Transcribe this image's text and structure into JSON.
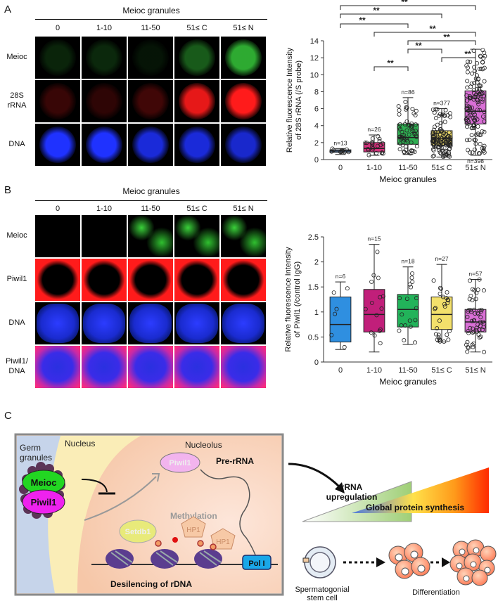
{
  "panelA": {
    "letter": "A",
    "header": "Meioc granules",
    "columns": [
      "0",
      "1-10",
      "11-50",
      "51≤ C",
      "51≤ N"
    ],
    "rows": [
      {
        "label_lines": [
          "Meioc"
        ],
        "color": "#36c83a"
      },
      {
        "label_lines": [
          "28S",
          "rRNA"
        ],
        "color": "#ff1b1b"
      },
      {
        "label_lines": [
          "DNA"
        ],
        "color": "#1f32ff"
      }
    ],
    "intensity": [
      [
        0.18,
        0.2,
        0.1,
        0.45,
        0.85
      ],
      [
        0.22,
        0.18,
        0.25,
        0.9,
        1.0
      ],
      [
        1.0,
        1.0,
        0.85,
        0.85,
        0.8
      ]
    ]
  },
  "panelB": {
    "letter": "B",
    "header": "Meioc granules",
    "columns": [
      "0",
      "1-10",
      "11-50",
      "51≤ C",
      "51≤ N"
    ],
    "rows": [
      {
        "label_lines": [
          "Meioc"
        ],
        "color": "#36c83a"
      },
      {
        "label_lines": [
          "Piwil1"
        ],
        "color": "#ff1b1b"
      },
      {
        "label_lines": [
          "DNA"
        ],
        "color": "#1f32ff"
      },
      {
        "label_lines": [
          "Piwil1/",
          "DNA"
        ],
        "color": "#d232ff"
      }
    ]
  },
  "chartA": {
    "chart_data": {
      "type": "box",
      "ylabel_lines": [
        "Relative fluorescence Intensity",
        "of 28S rRNA (/S probe)"
      ],
      "xlabel": "Meioc granules",
      "categories": [
        "0",
        "1-10",
        "11-50",
        "51≤ C",
        "51≤ N"
      ],
      "ylim": [
        0,
        14
      ],
      "yticks": [
        0,
        2,
        4,
        6,
        8,
        10,
        12,
        14
      ],
      "colors": [
        "#5b8fcf",
        "#d1307a",
        "#2fae52",
        "#f3e06b",
        "#d96fd6"
      ],
      "n_labels": [
        "n=13",
        "n=26",
        "n=86",
        "n=377",
        "n=398"
      ],
      "boxes": [
        {
          "q1": 0.85,
          "median": 1.0,
          "q3": 1.15,
          "min": 0.6,
          "max": 1.3
        },
        {
          "q1": 0.9,
          "median": 1.3,
          "q3": 2.0,
          "min": 0.5,
          "max": 2.9
        },
        {
          "q1": 1.8,
          "median": 2.6,
          "q3": 4.2,
          "min": 0.6,
          "max": 7.3
        },
        {
          "q1": 1.7,
          "median": 2.5,
          "q3": 3.4,
          "min": 0.3,
          "max": 6.0
        },
        {
          "q1": 4.2,
          "median": 5.7,
          "q3": 8.1,
          "min": 0.5,
          "max": 13.0
        }
      ],
      "significance": [
        {
          "from": 0,
          "to": 4,
          "label": "**"
        },
        {
          "from": 0,
          "to": 3,
          "label": "**"
        },
        {
          "from": 0,
          "to": 2,
          "label": "**"
        },
        {
          "from": 1,
          "to": 4,
          "label": "**"
        },
        {
          "from": 2,
          "to": 4,
          "label": "**"
        },
        {
          "from": 2,
          "to": 3,
          "label": "**"
        },
        {
          "from": 3,
          "to": 4,
          "label": "**"
        },
        {
          "from": 1,
          "to": 2,
          "label": "**"
        }
      ]
    }
  },
  "chartB": {
    "chart_data": {
      "type": "box",
      "ylabel_lines": [
        "Relative fluorescence Intensity",
        "of Piwil1 (/control IgG)"
      ],
      "xlabel": "Meioc granules",
      "categories": [
        "0",
        "1-10",
        "11-50",
        "51≤ C",
        "51≤ N"
      ],
      "ylim": [
        0,
        2.5
      ],
      "yticks": [
        0,
        0.5,
        1,
        1.5,
        2,
        2.5
      ],
      "colors": [
        "#2f8fe0",
        "#c11f7a",
        "#22b35a",
        "#f3e06b",
        "#d96fd6"
      ],
      "n_labels": [
        "n=6",
        "n=15",
        "n=18",
        "n=27",
        "n=57"
      ],
      "boxes": [
        {
          "q1": 0.4,
          "median": 0.75,
          "q3": 1.3,
          "min": 0.25,
          "max": 1.6
        },
        {
          "q1": 0.6,
          "median": 0.95,
          "q3": 1.45,
          "min": 0.2,
          "max": 2.35
        },
        {
          "q1": 0.7,
          "median": 1.05,
          "q3": 1.35,
          "min": 0.35,
          "max": 1.9
        },
        {
          "q1": 0.65,
          "median": 0.95,
          "q3": 1.3,
          "min": 0.4,
          "max": 1.95
        },
        {
          "q1": 0.6,
          "median": 0.8,
          "q3": 1.05,
          "min": 0.2,
          "max": 1.65
        }
      ]
    }
  },
  "panelC": {
    "letter": "C",
    "germ_granules_lines": [
      "Germ",
      "granules"
    ],
    "nucleus": "Nucleus",
    "nucleolus": "Nucleolus",
    "meioc": "Meioc",
    "piwil1": "Piwil1",
    "piwil1_nucleolus": "Piwil1",
    "pre_rrna": "Pre-rRNA",
    "setdb1": "Setdb1",
    "methylation": "Methylation",
    "hp1_a": "HP1",
    "hp1_b": "HP1",
    "pol1": "Pol I",
    "desilencing": "Desilencing of rDNA",
    "rrna_up_lines": [
      "rRNA",
      "upregulation"
    ],
    "global_protein": "Global protein synthesis",
    "ssc_lines": [
      "Spermatogonial",
      "stem cell"
    ],
    "differentiation": "Differentiation"
  }
}
